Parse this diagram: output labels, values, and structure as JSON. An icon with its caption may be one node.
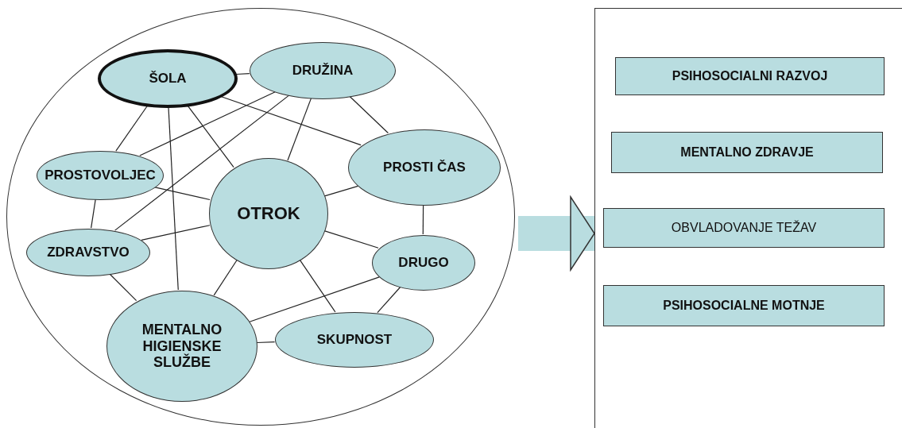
{
  "diagram": {
    "nodes": [
      {
        "text": [],
        "shape": "circle"
      },
      {
        "text": [
          "ŠOLA"
        ],
        "in": 0
      },
      {
        "text": [
          "DRUŽINA"
        ],
        "in": 0
      },
      {
        "text": [
          "PROSTOVOLJEC"
        ],
        "in": 0
      },
      {
        "text": [
          "PROSTI ČAS"
        ],
        "in": 0
      },
      {
        "text": [
          "OTROK"
        ],
        "in": 0
      },
      {
        "text": [
          "ZDRAVSTVO"
        ],
        "in": 0
      },
      {
        "text": [
          "DRUGO"
        ],
        "in": 0
      },
      {
        "text": [
          "MENTALNO HIGIENSKE SLUŽBE"
        ],
        "in": 0
      },
      {
        "text": [
          "SKUPNOST"
        ],
        "in": 0
      },
      {
        "text": [],
        "shape": "box"
      },
      {
        "text": [
          "PSIHOSOCIALNI RAZVOJ"
        ],
        "in": 10
      },
      {
        "text": [
          "MENTALNO ZDRAVJE"
        ],
        "in": 10
      },
      {
        "text": [
          "OBVLADOVANJE TEŽAV"
        ],
        "in": 10
      },
      {
        "text": [
          "PSIHOSOCIALNE MOTNJE"
        ],
        "in": 10
      }
    ],
    "edges": [
      {
        "from": 1,
        "to": 2,
        "arrow": "none"
      },
      {
        "from": 1,
        "to": 3,
        "arrow": "none"
      },
      {
        "from": 1,
        "to": 4,
        "arrow": "none"
      },
      {
        "from": 1,
        "to": 5,
        "arrow": "none"
      },
      {
        "from": 1,
        "to": 8,
        "arrow": "none"
      },
      {
        "from": 2,
        "to": 3,
        "arrow": "none"
      },
      {
        "from": 2,
        "to": 4,
        "arrow": "none"
      },
      {
        "from": 2,
        "to": 5,
        "arrow": "none"
      },
      {
        "from": 2,
        "to": 6,
        "arrow": "none"
      },
      {
        "from": 3,
        "to": 5,
        "arrow": "none"
      },
      {
        "from": 3,
        "to": 6,
        "arrow": "none"
      },
      {
        "from": 4,
        "to": 5,
        "arrow": "none"
      },
      {
        "from": 4,
        "to": 7,
        "arrow": "none"
      },
      {
        "from": 5,
        "to": 6,
        "arrow": "none"
      },
      {
        "from": 5,
        "to": 7,
        "arrow": "none"
      },
      {
        "from": 5,
        "to": 8,
        "arrow": "none"
      },
      {
        "from": 5,
        "to": 9,
        "arrow": "none"
      },
      {
        "from": 6,
        "to": 8,
        "arrow": "none"
      },
      {
        "from": 7,
        "to": 8,
        "arrow": "none"
      },
      {
        "from": 7,
        "to": 9,
        "arrow": "none"
      },
      {
        "from": 8,
        "to": 9,
        "arrow": "none"
      },
      {
        "from": 0,
        "to": 10,
        "arrow": "to",
        "style": "thick",
        "color": "#b9dde0"
      }
    ]
  }
}
